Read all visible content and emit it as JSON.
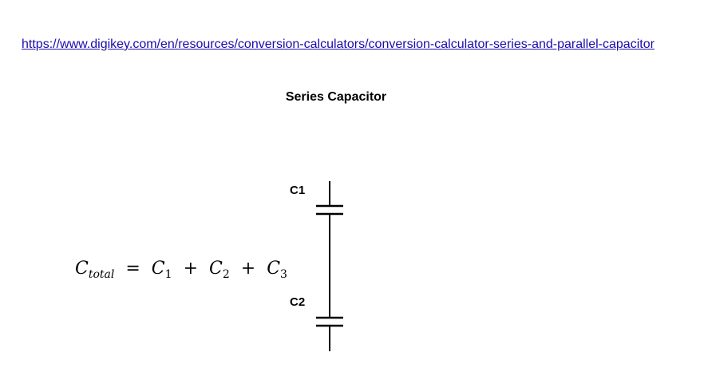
{
  "link": {
    "text": "https://www.digikey.com/en/resources/conversion-calculators/conversion-calculator-series-and-parallel-capacitor"
  },
  "title": "Series Capacitor",
  "formula": {
    "lhs": "C",
    "lhs_sub": "total",
    "equals": "=",
    "plus": "+",
    "terms": [
      {
        "symbol": "C",
        "sub": "1"
      },
      {
        "symbol": "C",
        "sub": "2"
      },
      {
        "symbol": "C",
        "sub": "3"
      }
    ]
  },
  "capacitors": [
    {
      "label": "C1"
    },
    {
      "label": "C2"
    }
  ],
  "colors": {
    "link": "#1a0dab",
    "wire": "#000000"
  }
}
